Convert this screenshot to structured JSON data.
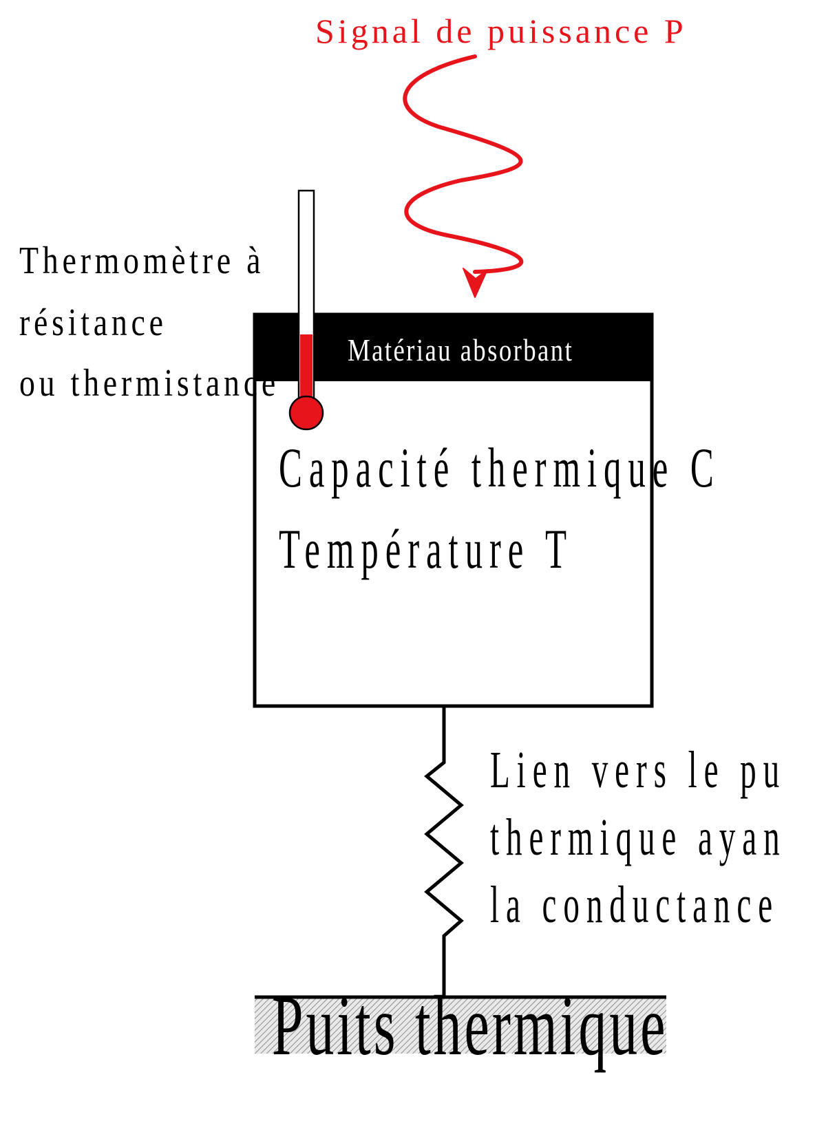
{
  "signal": {
    "label": "Signal de puissance P",
    "color": "#e8141c"
  },
  "thermometer": {
    "label_lines": [
      "Thermomètre à",
      "résitance",
      "ou thermistance"
    ],
    "fill_color": "#e8141c"
  },
  "absorber": {
    "label": "Matériau absorbant",
    "fill_color": "#000000",
    "text_color": "#ffffff"
  },
  "body": {
    "line1": "Capacité thermique C",
    "line2": "Température T"
  },
  "link": {
    "label_lines": [
      "Lien vers le pu",
      "thermique ayan",
      "la conductance"
    ]
  },
  "sink": {
    "label": "Puits thermique"
  },
  "colors": {
    "stroke": "#000000",
    "hatch": "#9a9a9a",
    "accent": "#e8141c"
  }
}
